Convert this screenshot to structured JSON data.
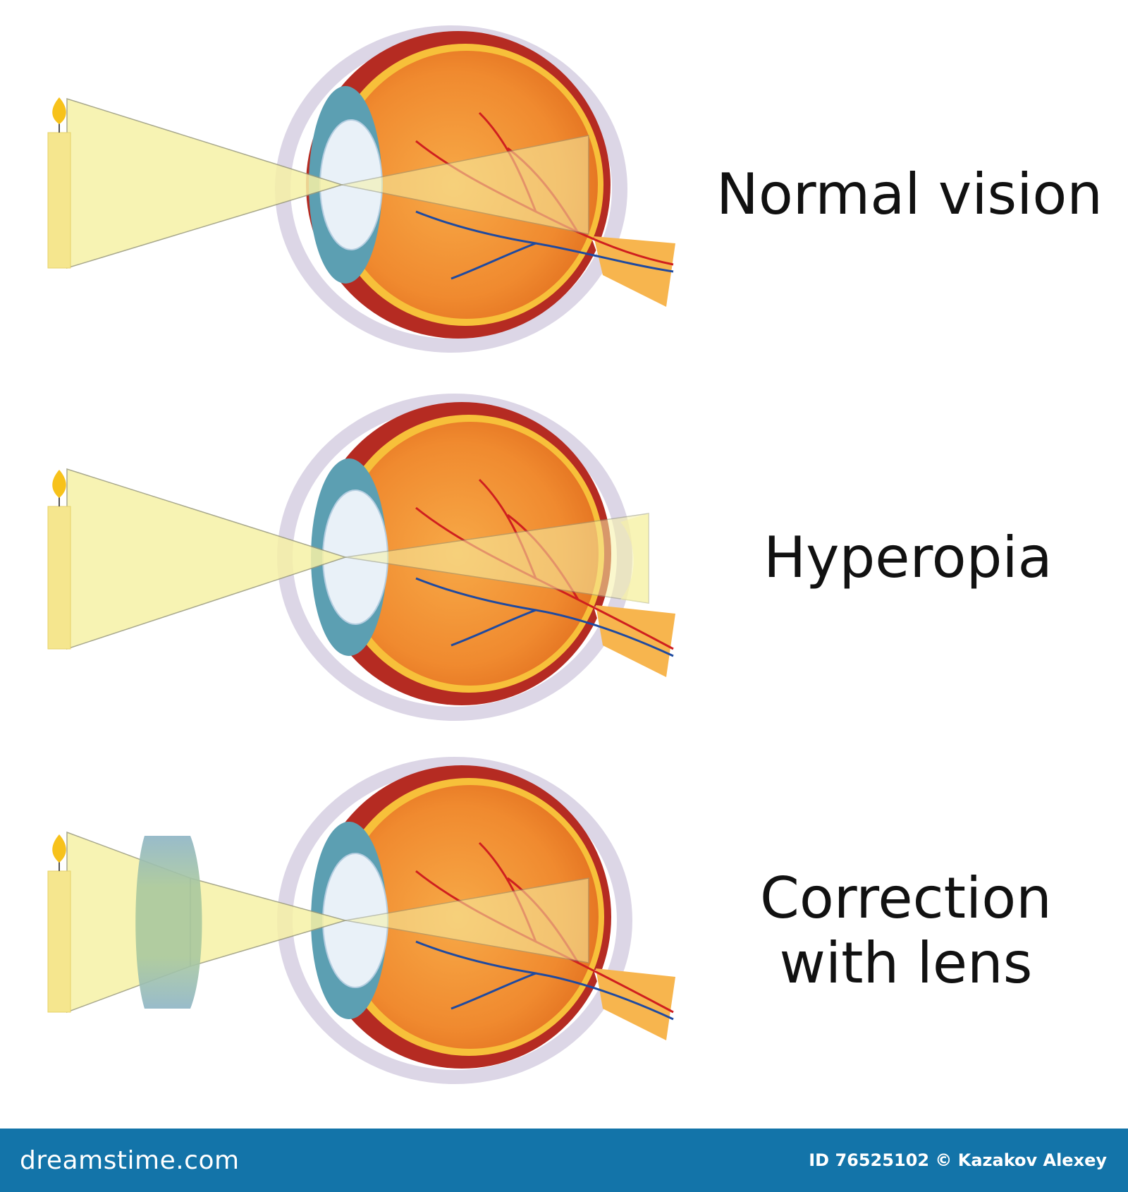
{
  "labels": {
    "normal": "Normal vision",
    "hyperopia": "Hyperopia",
    "correction_line1": "Correction",
    "correction_line2": "with lens"
  },
  "footer": {
    "logo": "dreamstime.com",
    "credit": "ID 76525102 © Kazakov Alexey"
  },
  "colors": {
    "footer_bg": "#1374a9",
    "light_beam": "#f6f1a6",
    "eye_outer": "#dcd6e6",
    "eye_sclera": "#b52b22",
    "eye_inner": "#f29a35",
    "lens": "#e9f1f8",
    "cornea": "#5c9fb2",
    "nerve": "#f7b54e",
    "candle": "#f5e68e",
    "flame": "#f7c21b",
    "corrective_lens": "#9cbfa6",
    "vein_red": "#cf1f1f",
    "vein_blue": "#1f4aa0"
  },
  "icons": [
    "candle-icon",
    "eye-icon",
    "corrective-lens-icon"
  ]
}
